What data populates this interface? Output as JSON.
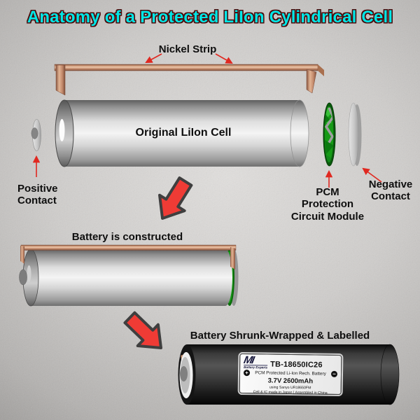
{
  "title": "Anatomy of a Protected LiIon Cylindrical Cell",
  "colors": {
    "title_text": "#00e6e6",
    "title_outline": "#4c0d0d",
    "pointer_red": "#e02820",
    "big_arrow_red": "#ef3b35",
    "nickel_copper": "#c68f6e",
    "pcm_green": "#169a16",
    "label_text": "#0e0e0e",
    "background_gray": "#c8c6c4"
  },
  "callouts": {
    "nickel_strip": "Nickel Strip",
    "positive_contact": "Positive\nContact",
    "pcm": "PCM\nProtection\nCircuit Module",
    "negative_contact": "Negative\nContact"
  },
  "stages": {
    "original_cell": "Original LiIon Cell",
    "constructed": "Battery is constructed",
    "wrapped": "Battery Shrunk-Wrapped & Labelled"
  },
  "battery_label": {
    "brand": "MI",
    "brand_sub": "Battery Experts",
    "model": "TB-18650IC26",
    "plus_symbol": "+",
    "minus_symbol": "−",
    "line1": "PCM Protected Li-Ion Rech. Battery",
    "line2": "3.7V 2600mAh",
    "line3": "using Sanyo UR18650FM",
    "line4": "Cell & IC made in Japan | Assembled in China"
  }
}
